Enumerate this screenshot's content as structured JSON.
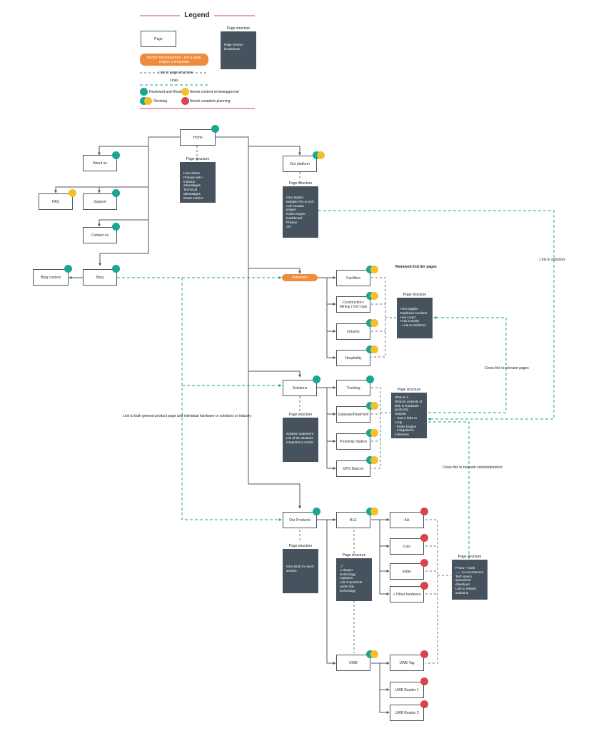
{
  "legend": {
    "title": "Legend",
    "page_label": "Page",
    "ps_label": "Page structure",
    "ps_body": "Page section\nbreakdown",
    "section_link_label": "Section link/separator - not a page, maybe a dropdown",
    "link_ps_label": "Link to page structure",
    "links_label": "Links",
    "reviewed_label": "Reviewed and Ready",
    "needs_review_label": "Needs content review/approval",
    "revising_label": "Revising",
    "needs_planning_label": "Needs complete planning"
  },
  "pages": {
    "home": "Home",
    "about": "About us",
    "faq": "FAQ",
    "support": "Support",
    "contact": "Contact us",
    "blog": "Blog",
    "blog_content": "Blog content",
    "platform": "Our platform",
    "industries": "Industries",
    "facilities": "Facilities",
    "construction": "Construction / Mining / Oil / Gas",
    "industry": "Industry",
    "hospitality": "Hospitality",
    "solutions": "Solutions",
    "tracking": "Tracking",
    "gateway": "Gateway/FlowPoint",
    "proximity": "Proximity Station",
    "gps": "GPS Beacon",
    "products": "Our Products",
    "ble": "BLE",
    "uwb": "UWB",
    "aa": "AA",
    "coin": "Coin",
    "edge": "Edge",
    "other_hw": "+ Other hardware",
    "uwb_tag": "UWB Tag",
    "uwb_reader1": "UWB Reader 1",
    "uwb_reader2": "UWB Reader 2"
  },
  "page_structures": {
    "label": "Page structure",
    "home": "Hero slides\nPrimary sell +\nIndustry advantages\nTechnical advantages\nBoast metrics",
    "platform": "Intro tagline\nMultiple RTLS tech\nAdv location engine\nRules engine\nDashboard\nPrivacy\nAPI",
    "industries": "Hero tagline\nExplainer sections\nHey Loop*\nHow it works\n- Link to solutions",
    "solutions": "Solution statement\nList of all solutions\nIntegrations modal",
    "solution_detail": "What is it\nWhat is consists of\n(link to hardware\nproducts)\nOutputs\n- How it links to Loop\n- Rules Engine\n- Integrations\nIndustries",
    "products": "Intro blurb for each\nsection",
    "ble": "_t\nA deeper technology\nexplainer\nList of products\nunder this technology",
    "product_detail": "Photo + blurb\n----- no ecommerce\nTech specs\nSpecsheet download\nLink to related\nsolutions"
  },
  "annotations": {
    "removed_2nd_tier": "Removed 2nd tier pages",
    "link_to_solutions": "Link to solutions",
    "cross_link_relevant": "Cross link to relevant pages",
    "cross_link_solution_product": "Cross link to relevant solution/product",
    "link_general_product": "Link to both general product page and individual hardware or solutions or industry"
  },
  "colors": {
    "reviewed": "#1aa68f",
    "needs_review": "#f4bf2a",
    "needs_planning": "#d9434c",
    "section_link": "#f08a3c",
    "page_structure_bg": "#46525e",
    "link_line": "#1aa68f",
    "legend_rule": "#d9434c"
  }
}
